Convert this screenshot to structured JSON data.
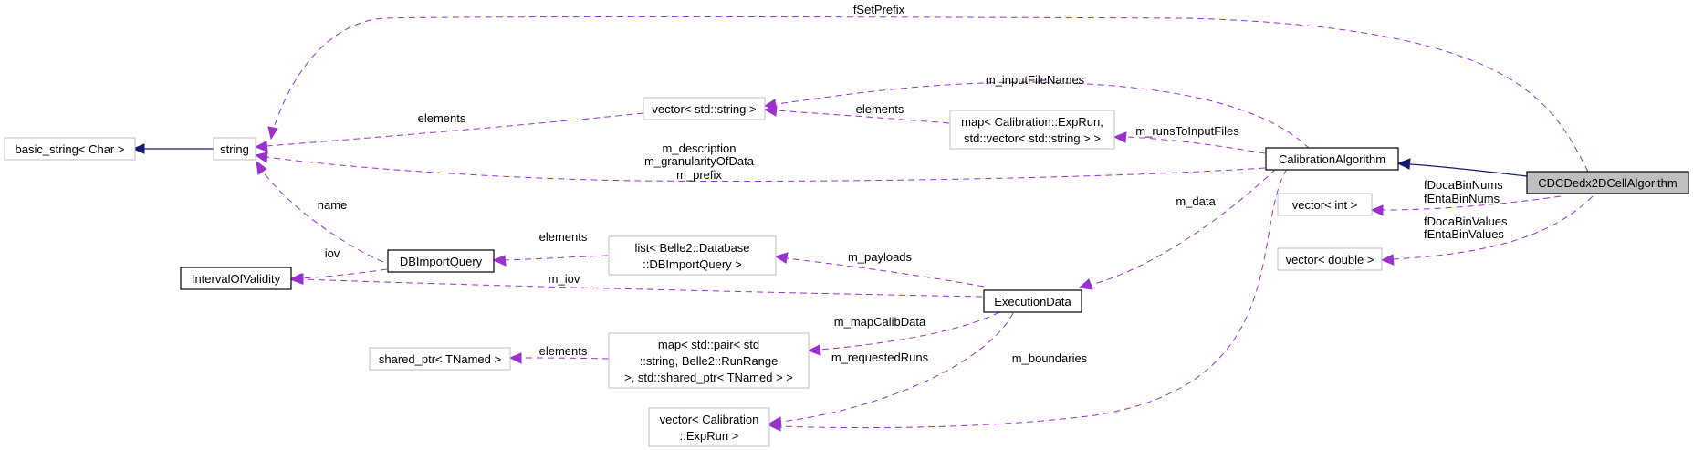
{
  "nodes": {
    "cdc_algo": "CDCDedx2DCellAlgorithm",
    "calib_algo": "CalibrationAlgorithm",
    "string": "string",
    "basic_string": "basic_string< Char >",
    "vector_string": "vector< std::string >",
    "map_exprun_1": "map< Calibration::ExpRun,",
    "map_exprun_2": "std::vector< std::string > >",
    "vector_int": "vector< int >",
    "vector_double": "vector< double >",
    "dbimportquery": "DBImportQuery",
    "intervalofvalidity": "IntervalOfValidity",
    "list_dbiq_1": "list< Belle2::Database",
    "list_dbiq_2": "::DBImportQuery >",
    "executiondata": "ExecutionData",
    "shared_ptr": "shared_ptr< TNamed >",
    "map_pair_1": "map< std::pair< std",
    "map_pair_2": "::string, Belle2::RunRange",
    "map_pair_3": ">, std::shared_ptr< TNamed > >",
    "vector_exprun_1": "vector< Calibration",
    "vector_exprun_2": "::ExpRun >"
  },
  "edges": {
    "fSetPrefix": "fSetPrefix",
    "m_inputFileNames": "m_inputFileNames",
    "elements_vs_string": "elements",
    "elements_map_vs": "elements",
    "m_runsToInputFiles": "m_runsToInputFiles",
    "m_description": "m_description",
    "m_granularityOfData": "m_granularityOfData",
    "m_prefix": "m_prefix",
    "name": "name",
    "iov": "iov",
    "elements_list_dbiq": "elements",
    "m_payloads": "m_payloads",
    "m_iov": "m_iov",
    "m_data": "m_data",
    "fDocaBinNums": "fDocaBinNums",
    "fEntaBinNums": "fEntaBinNums",
    "fDocaBinValues": "fDocaBinValues",
    "fEntaBinValues": "fEntaBinValues",
    "m_mapCalibData": "m_mapCalibData",
    "elements_map_shared": "elements",
    "m_requestedRuns": "m_requestedRuns",
    "m_boundaries": "m_boundaries"
  },
  "colors": {
    "dependency_edge": "#9a32cd",
    "inheritance_edge": "#191970",
    "gray_border": "#bfbfbf",
    "focus_fill": "#bfbfbf"
  }
}
